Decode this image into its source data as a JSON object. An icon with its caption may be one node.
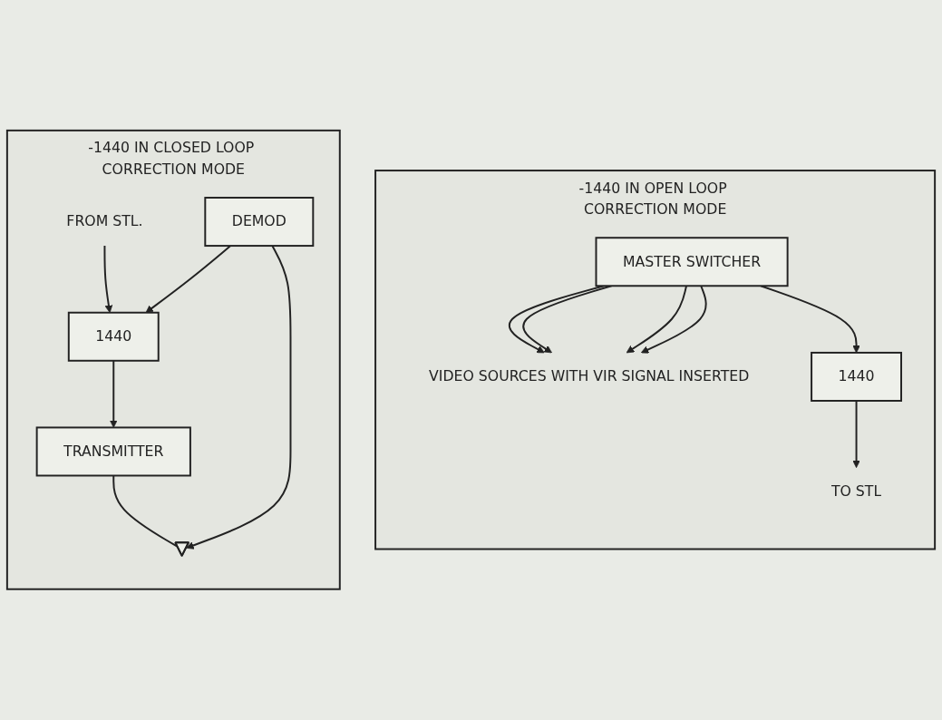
{
  "diagram": {
    "nodes": [
      {
        "text": [
          "-1440 IN OPEN LOOP CORRECTION MODE"
        ]
      },
      {
        "text": [
          "VIDEO SOURCES WITH VIR SIGNAL INSERTED"
        ],
        "in": 0
      },
      {
        "text": [
          "MASTER SWITCHER"
        ],
        "in": 0
      },
      {
        "text": [
          "1440"
        ],
        "in": 0
      },
      {
        "text": [
          "TO STL"
        ],
        "in": 0
      },
      {
        "text": [
          "-1440 IN CLOSED LOOP CORRECTION MODE"
        ]
      },
      {
        "text": [
          "FROM STL."
        ],
        "in": 5
      },
      {
        "text": [],
        "shape": "picture",
        "in": 5
      },
      {
        "text": [
          "1440"
        ],
        "in": 5
      },
      {
        "text": [
          "DEMOD"
        ],
        "in": 5
      },
      {
        "text": [
          "TRANSMITTER"
        ],
        "in": 5
      }
    ],
    "edges": [
      {
        "from": 2,
        "to": 1,
        "arrow": "to"
      },
      {
        "from": 2,
        "to": 1,
        "arrow": "to"
      },
      {
        "from": 2,
        "to": 1,
        "arrow": "to"
      },
      {
        "from": 2,
        "to": 1,
        "arrow": "to"
      },
      {
        "from": 2,
        "to": 3,
        "arrow": "to"
      },
      {
        "from": 3,
        "to": 4,
        "arrow": "to"
      },
      {
        "from": 6,
        "to": 8,
        "arrow": "to"
      },
      {
        "from": 9,
        "to": 8,
        "arrow": "to"
      },
      {
        "from": 9,
        "to": 7,
        "arrow": "to"
      },
      {
        "from": 8,
        "to": 10,
        "arrow": "to"
      },
      {
        "from": 10,
        "to": 7,
        "arrow": "none"
      }
    ]
  }
}
